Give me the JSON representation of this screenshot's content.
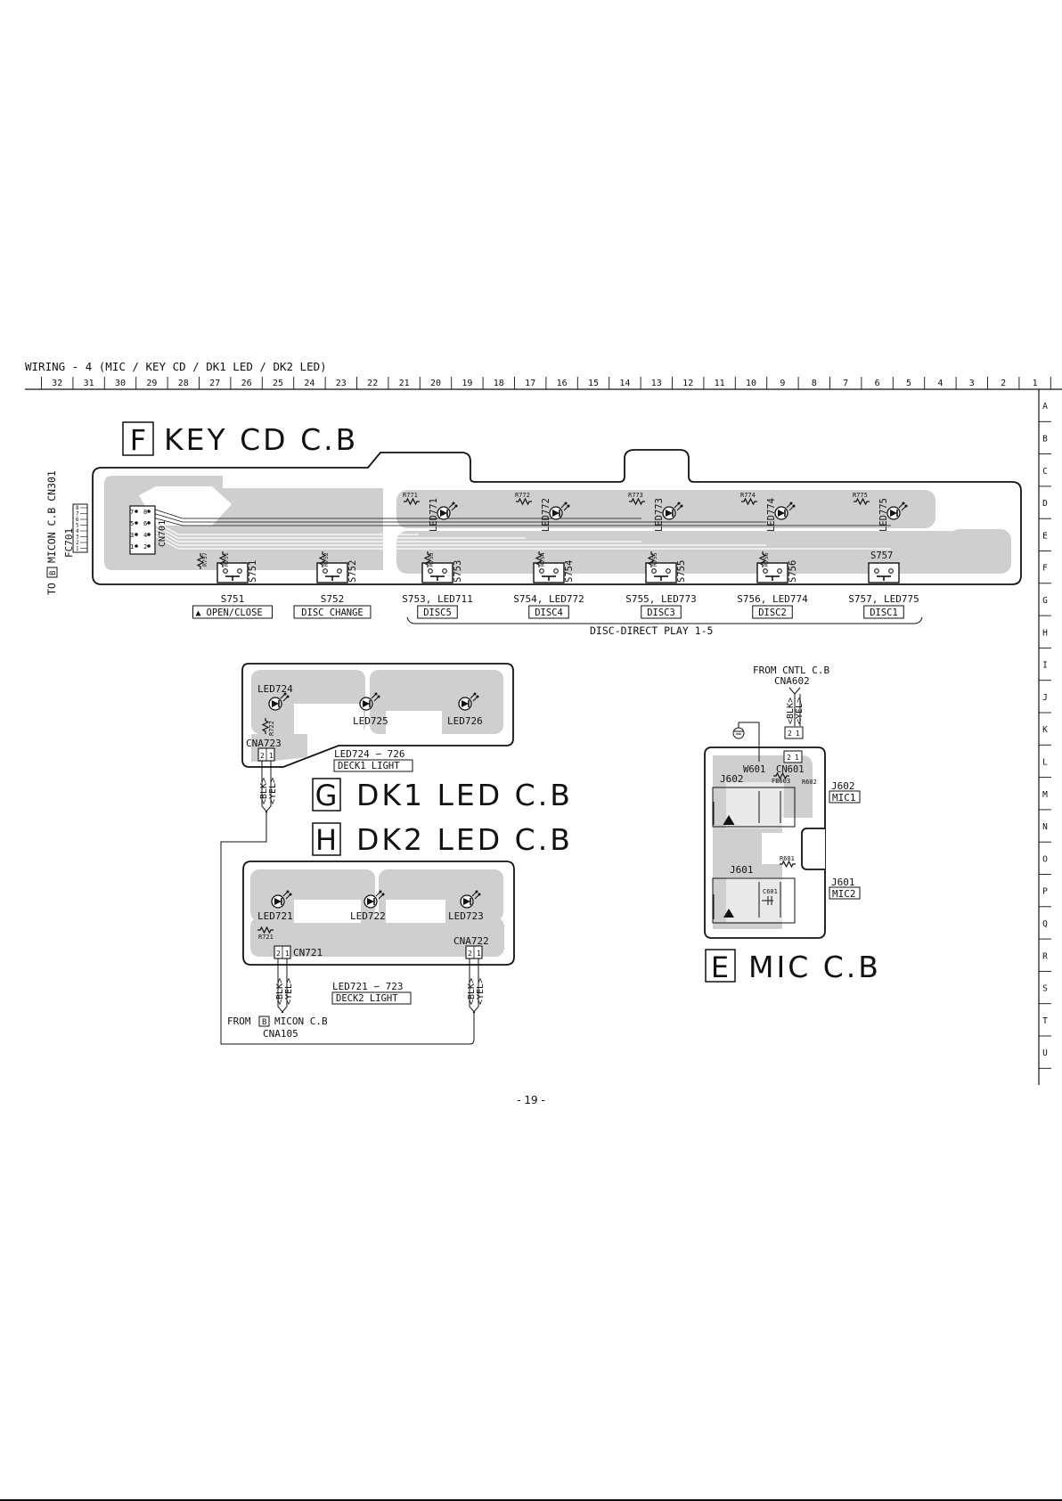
{
  "page": {
    "title": "WIRING - 4 (MIC / KEY CD / DK1 LED / DK2 LED)",
    "page_number": "- 19 -"
  },
  "grid": {
    "columns": [
      "32",
      "31",
      "30",
      "29",
      "28",
      "27",
      "26",
      "25",
      "24",
      "23",
      "22",
      "21",
      "20",
      "19",
      "18",
      "17",
      "16",
      "15",
      "14",
      "13",
      "12",
      "11",
      "10",
      "9",
      "8",
      "7",
      "6",
      "5",
      "4",
      "3",
      "2",
      "1"
    ],
    "rows": [
      "A",
      "B",
      "C",
      "D",
      "E",
      "F",
      "G",
      "H",
      "I",
      "J",
      "K",
      "L",
      "M",
      "N",
      "O",
      "P",
      "Q",
      "R",
      "S",
      "T",
      "U"
    ]
  },
  "board_f": {
    "letter": "F",
    "name": "KEY CD C.B",
    "to_label": "TO",
    "to_ref": "B",
    "to_target": "MICON C.B CN301",
    "fc_label": "FC701",
    "cn_label": "CN701",
    "fc_pins": [
      "8",
      "7",
      "6",
      "5",
      "4",
      "3",
      "2",
      "1"
    ],
    "cn_pins": [
      "8",
      "7",
      "6",
      "5",
      "4",
      "3",
      "2",
      "1"
    ],
    "resistors": [
      "R771",
      "R772",
      "R773",
      "R774",
      "R775",
      "R751",
      "R752",
      "R753",
      "R754",
      "R755",
      "R756",
      "R757"
    ],
    "leds": [
      "LED771",
      "LED772",
      "LED773",
      "LED774",
      "LED775"
    ],
    "switch_refs": [
      "S751",
      "S752",
      "S753",
      "S754",
      "S755",
      "S756",
      "S757"
    ],
    "switches": [
      {
        "ref": "S751",
        "function": "OPEN/CLOSE",
        "eject": "▲"
      },
      {
        "ref": "S752",
        "function": "DISC CHANGE"
      },
      {
        "ref": "S753, LED711",
        "function": "DISC5"
      },
      {
        "ref": "S754, LED772",
        "function": "DISC4"
      },
      {
        "ref": "S755, LED773",
        "function": "DISC3"
      },
      {
        "ref": "S756, LED774",
        "function": "DISC2"
      },
      {
        "ref": "S757, LED775",
        "function": "DISC1"
      }
    ],
    "group_label": "DISC-DIRECT PLAY 1-5"
  },
  "board_g": {
    "letter": "G",
    "name": "DK1 LED C.B",
    "leds": [
      "LED724",
      "LED725",
      "LED726"
    ],
    "resistor": "R722",
    "connector": "CNA723",
    "pins": [
      "2",
      "1"
    ],
    "wires": [
      "<BLK>",
      "<YEL>"
    ],
    "light_range": "LED724 ∽ 726",
    "light_label": "DECK1 LIGHT"
  },
  "board_h": {
    "letter": "H",
    "name": "DK2 LED C.B",
    "leds": [
      "LED721",
      "LED722",
      "LED723"
    ],
    "resistor": "R721",
    "connector_left": "CN721",
    "connector_right": "CNA722",
    "pins": [
      "2",
      "1"
    ],
    "wires": [
      "<BLK>",
      "<YEL>"
    ],
    "light_range": "LED721 ∽ 723",
    "light_label": "DECK2 LIGHT",
    "from_label": "FROM",
    "from_ref": "B",
    "from_board": "MICON C.B",
    "from_connector": "CNA105"
  },
  "board_e": {
    "letter": "E",
    "name": "MIC C.B",
    "from_label": "FROM CNTL C.B",
    "from_connector": "CNA602",
    "wires": [
      "<BLK>",
      "<YEL>"
    ],
    "pins": [
      "2",
      "1"
    ],
    "parts": [
      "W601",
      "CN601",
      "FB603",
      "R602",
      "J602",
      "J601",
      "R601",
      "C601"
    ],
    "jack1_ref": "J602",
    "jack1_label": "MIC1",
    "jack2_ref": "J601",
    "jack2_label": "MIC2"
  }
}
